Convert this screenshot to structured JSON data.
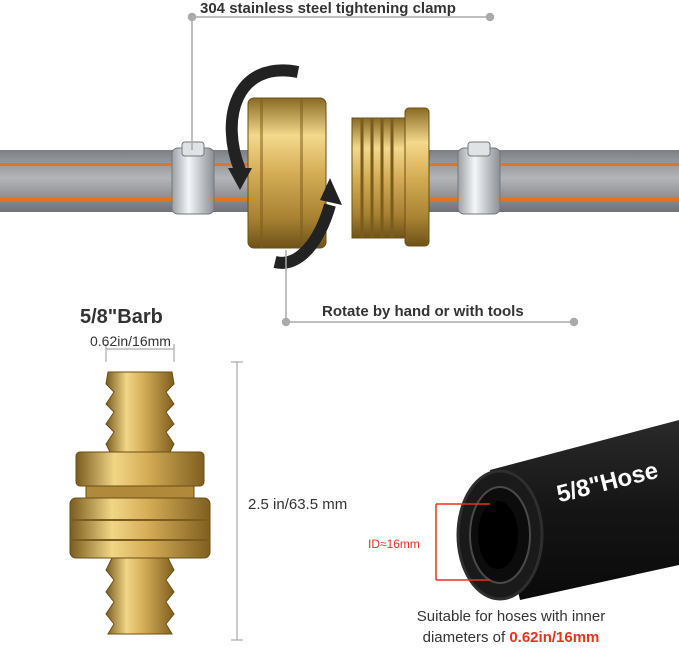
{
  "callouts": {
    "clamp": "304 stainless steel tightening clamp",
    "rotate": "Rotate by hand or with tools"
  },
  "barb": {
    "title": "5/8\"Barb",
    "size": "0.62in/16mm"
  },
  "length": {
    "label": "2.5 in/63.5 mm"
  },
  "hose": {
    "label": "5/8\"Hose",
    "id_label": "ID≈16mm"
  },
  "suitable": {
    "line1": "Suitable for hoses with inner",
    "line2_prefix": "diameters of ",
    "line2_value": "0.62in/16mm"
  },
  "colors": {
    "brass": "#d8b25a",
    "hose_gray": "#8d8f93",
    "hose_stripe": "#e8731f",
    "accent_red": "#e8321f",
    "callout_line": "#aaaaaa",
    "black_hose": "#1c1c1c"
  }
}
